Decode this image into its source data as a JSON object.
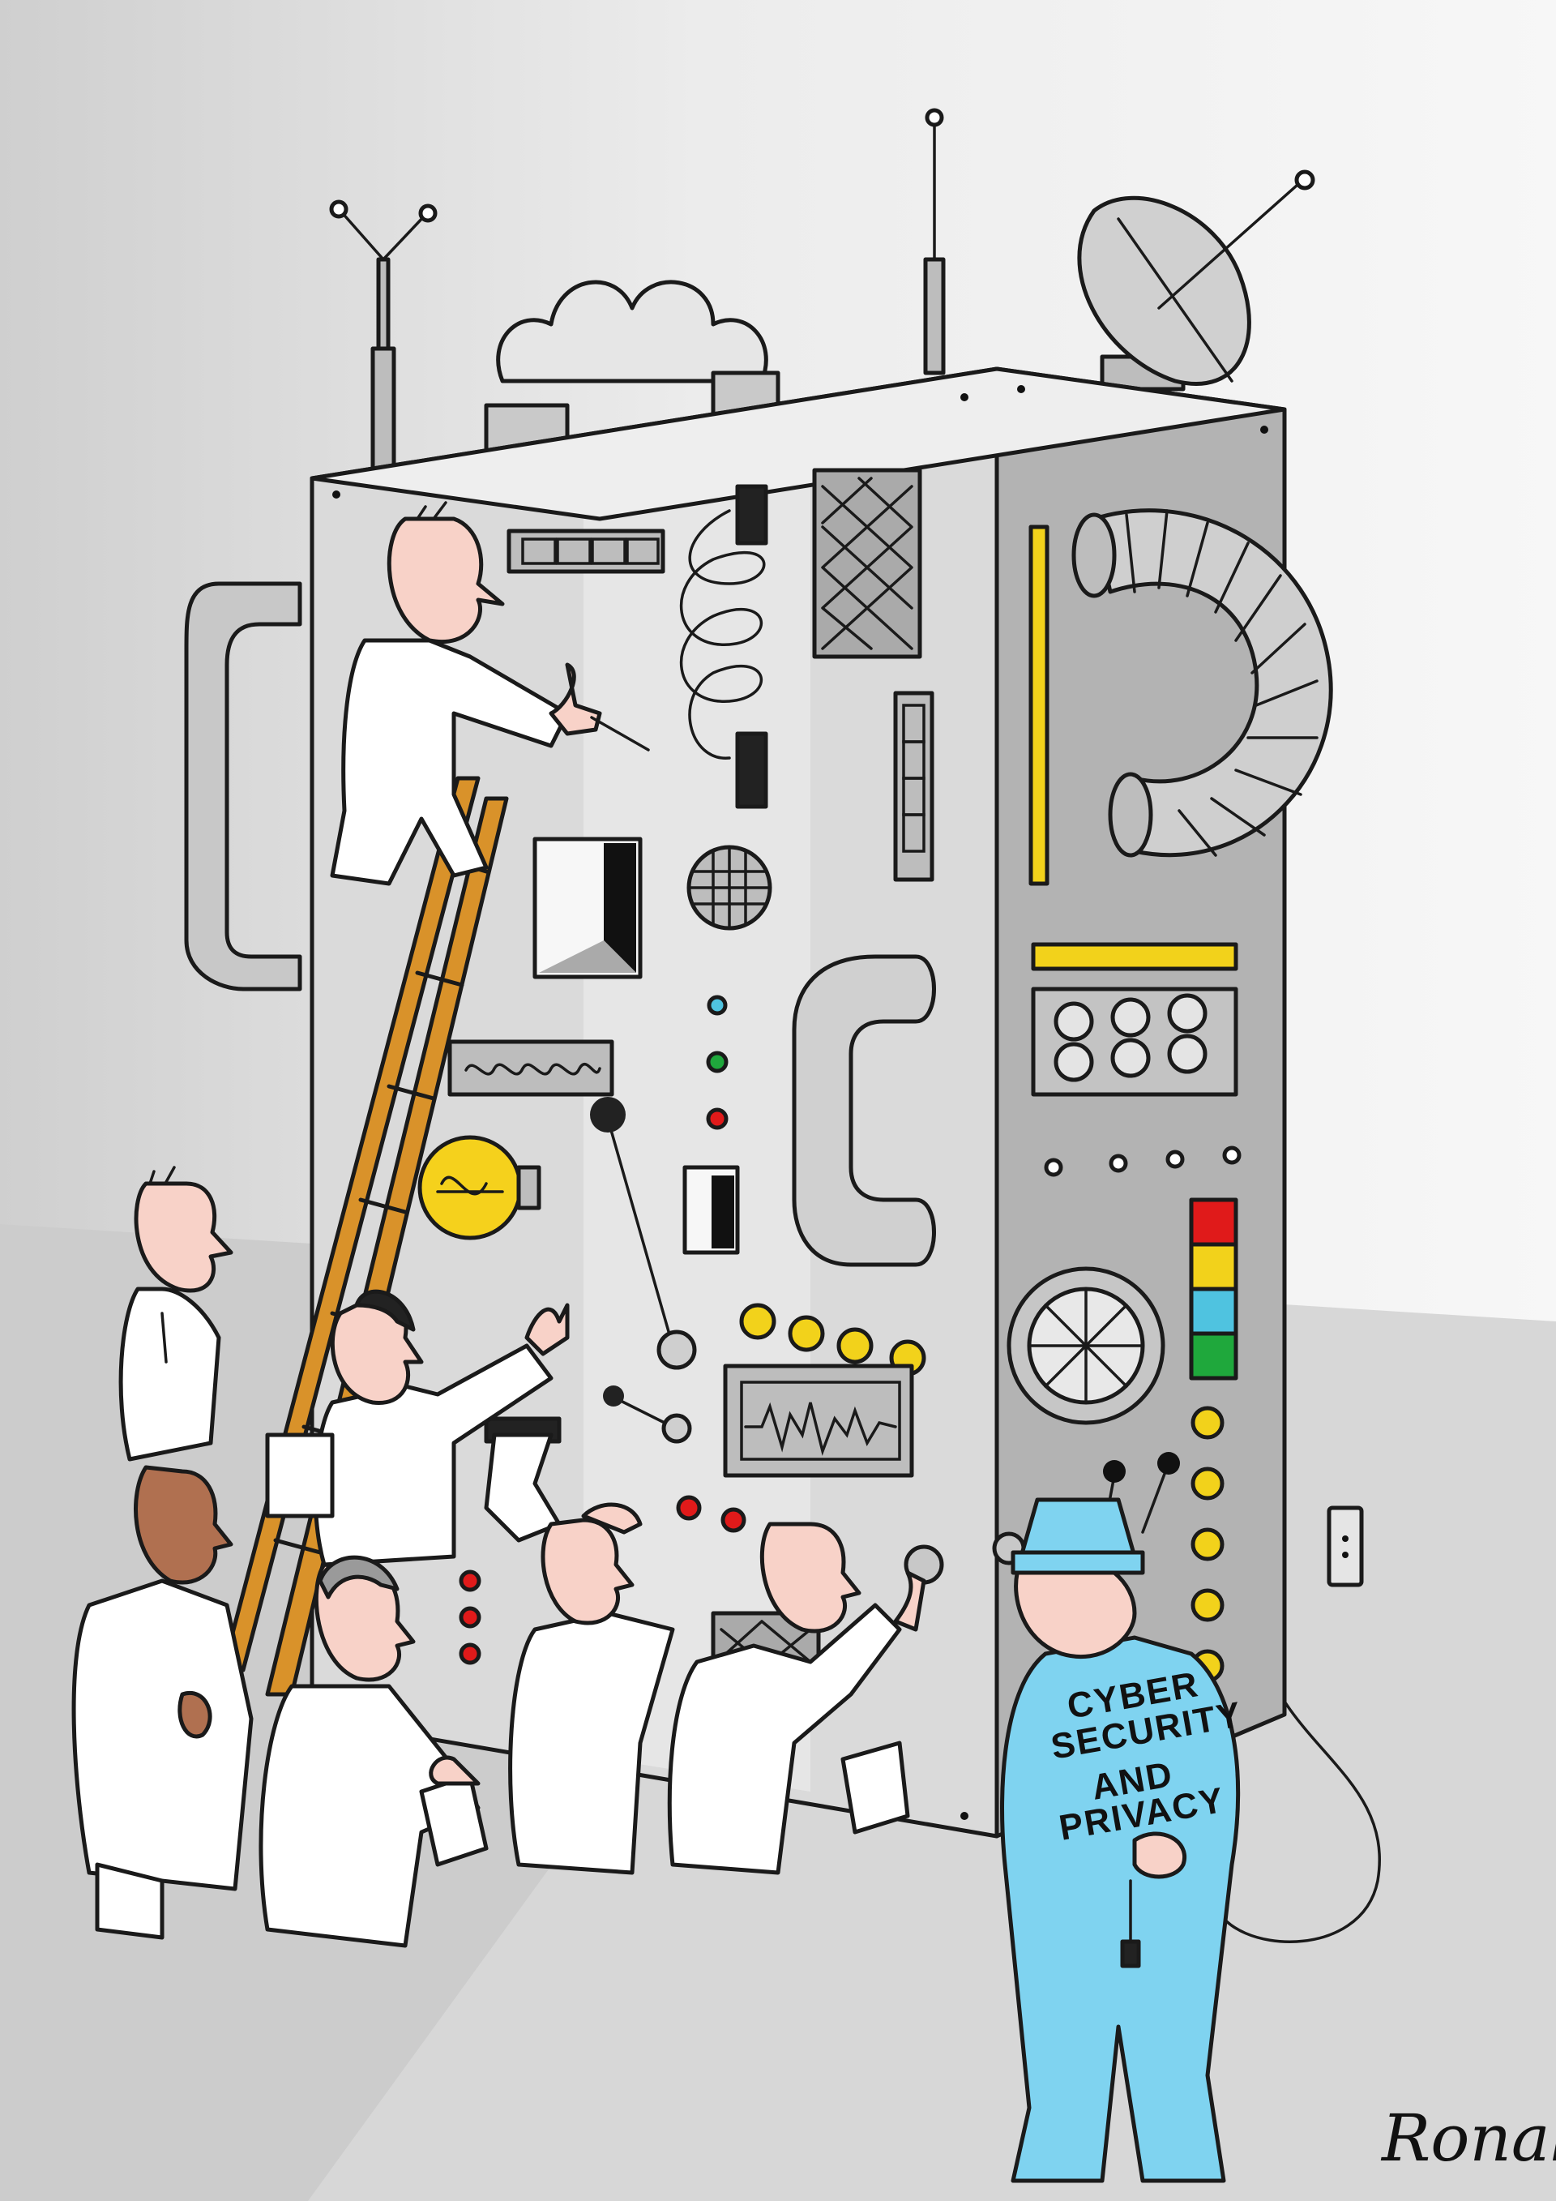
{
  "guard_badge": {
    "line1": "CYBER",
    "line2": "SECURITY",
    "line3": "AND",
    "line4": "PRIVACY"
  },
  "signature": "Ronald",
  "colors": {
    "machine_front": "#d8d8d8",
    "machine_side": "#b5b5b5",
    "lab_coat": "#ffffff",
    "guard_uniform": "#7fd3f0",
    "ladder": "#d9922a",
    "indicator_green": "#1fa83c",
    "indicator_cyan": "#4fc3e0",
    "indicator_red": "#e01a1a",
    "indicator_yellow": "#f2d21b",
    "bulb_yellow": "#f5d11c",
    "scope_screen": "#f2d21b"
  }
}
